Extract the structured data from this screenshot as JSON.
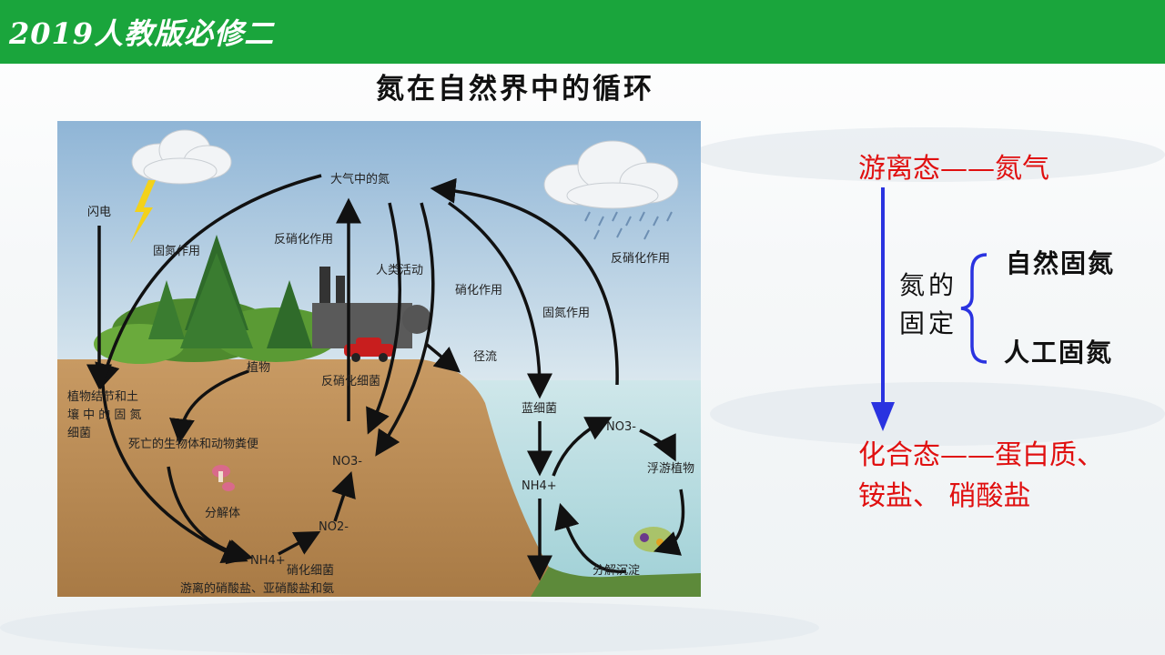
{
  "header": {
    "title": "2019人教版必修二"
  },
  "page": {
    "title": "氮在自然界中的循环"
  },
  "diagram": {
    "labels": {
      "atmosphere_nitrogen": "大气中的氮",
      "lightning": "闪电",
      "nitrogen_fixation_left": "固氮作用",
      "denitrification_top": "反硝化作用",
      "human_activity": "人类活动",
      "nitrification": "硝化作用",
      "nitrogen_fixation_right": "固氮作用",
      "denitrification_right": "反硝化作用",
      "runoff": "径流",
      "plants": "植物",
      "denitrifying_bacteria": "反硝化细菌",
      "nodule_bacteria_1": "植物结节和土",
      "nodule_bacteria_2": "壤 中 的 固 氮",
      "nodule_bacteria_3": "细菌",
      "dead_organisms": "死亡的生物体和动物粪便",
      "decomposers": "分解体",
      "nitrifying_bacteria": "硝化细菌",
      "free_salts": "游离的硝酸盐、亚硝酸盐和氨",
      "cyanobacteria": "蓝细菌",
      "plankton": "浮游植物",
      "decompose_sediment": "分解沉淀",
      "no3_land": "NO3-",
      "no2_land": "NO2-",
      "nh4_land": "NH4+",
      "nh4_sea": "NH4+",
      "no3_sea": "NO3-"
    }
  },
  "right": {
    "free_state": "游离态——氮气",
    "fixation_1": "氮的",
    "fixation_2": "固定",
    "natural_fixation": "自然固氮",
    "artificial_fixation": "人工固氮",
    "compound_state_1": "化合态——蛋白质、",
    "compound_state_2": "铵盐、 硝酸盐"
  },
  "colors": {
    "header_green": "#1aa53c",
    "red_text": "#e01010",
    "arrow_blue": "#2a33e0"
  }
}
